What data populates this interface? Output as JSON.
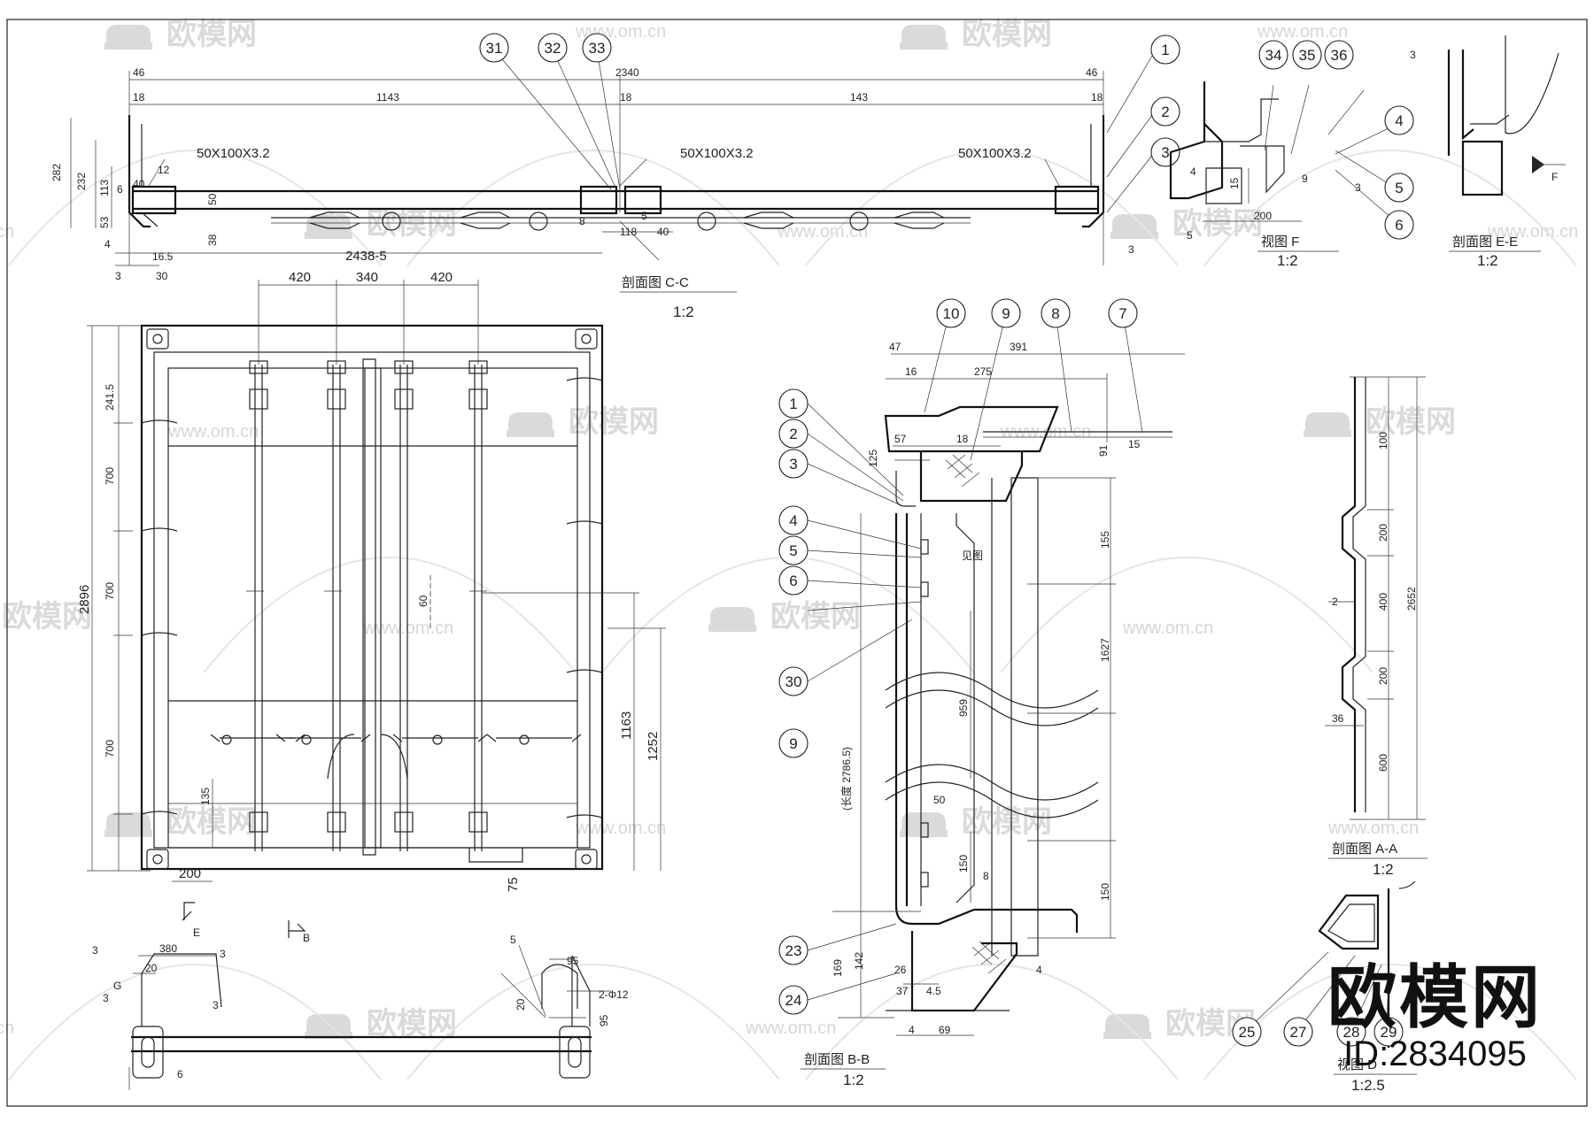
{
  "watermark": {
    "brand": "欧模网",
    "url": "www.om.cn",
    "id_text": "ID:2834095"
  },
  "views": {
    "cc": {
      "title": "剖面图 C-C",
      "scale": "1:2"
    },
    "f": {
      "title": "视图 F",
      "scale": "1:2"
    },
    "ee": {
      "title": "剖面图 E-E",
      "scale": "1:2"
    },
    "bb": {
      "title": "剖面图 B-B",
      "scale": "1:2"
    },
    "aa": {
      "title": "剖面图 A-A",
      "scale": "1:2"
    },
    "d": {
      "title": "视图 D",
      "scale": "1:2.5"
    }
  },
  "balloons": {
    "b1": "1",
    "b2": "2",
    "b3": "3",
    "b4": "4",
    "b5": "5",
    "b6": "6",
    "b7": "7",
    "b8": "8",
    "b9": "9",
    "b10": "10",
    "b23": "23",
    "b24": "24",
    "b25": "25",
    "b27": "27",
    "b28": "28",
    "b29": "29",
    "b30": "30",
    "b31": "31",
    "b32": "32",
    "b33": "33",
    "b34": "34",
    "b35": "35",
    "b36": "36",
    "l1": "1",
    "l2": "2",
    "l3": "3",
    "l4": "4",
    "l5": "5",
    "l6": "6",
    "l9": "9"
  },
  "labels": {
    "tube1": "50X100X3.2",
    "tube2": "50X100X3.2",
    "tube3": "50X100X3.2",
    "d2340": "2340",
    "d46a": "46",
    "d46b": "46",
    "d18a": "18",
    "d18b": "18",
    "d18c": "18",
    "d1143a": "1143",
    "d1143b": "143",
    "d282": "282",
    "d232": "232",
    "d113": "113",
    "d12": "12",
    "d40": "40",
    "d6": "6",
    "d53": "53",
    "d4": "4",
    "d50": "50",
    "d38": "38",
    "d165": "16.5",
    "d30": "30",
    "d3": "3",
    "d24385": "2438-5",
    "d118": "118",
    "d40b": "40",
    "d8": "8",
    "w5": "5",
    "d3b": "3",
    "d420a": "420",
    "d340": "340",
    "d420b": "420",
    "d2415": "241.5",
    "d700a": "700",
    "d700b": "700",
    "d700c": "700",
    "d2896": "2896",
    "d200": "200",
    "d75": "75",
    "d1163": "1163",
    "d1252": "1252",
    "d135": "135",
    "d60": "60",
    "wb": "B",
    "we": "E",
    "d380": "380",
    "d20": "20",
    "w3a": "3",
    "w3b": "3",
    "w3c": "3",
    "w3d": "3",
    "w6g": "G",
    "d95a": "95",
    "d20b": "20",
    "d95b": "95",
    "d12phi": "2-Φ12",
    "w5b": "5",
    "d6b": "6",
    "d47": "47",
    "d391": "391",
    "d16": "16",
    "d275": "275",
    "d57": "57",
    "d18d": "18",
    "d125": "125",
    "d15": "15",
    "d91": "91",
    "d155": "155",
    "d1627": "1627",
    "d959": "959",
    "d50b": "50",
    "d150": "150",
    "d8b": "8",
    "d150b": "150",
    "d169": "169",
    "d142": "142",
    "d26": "26",
    "d37": "37",
    "d45": "4.5",
    "d4b": "4",
    "d69": "69",
    "w4": "4",
    "note_len": "(长度 2786.5)",
    "note_k": "见图",
    "d100": "100",
    "d200b": "200",
    "d200c": "200",
    "d600": "600",
    "d2652": "2652",
    "d36": "36",
    "d15b": "15",
    "d9": "9",
    "d200d": "200",
    "w3e": "3",
    "w4b": "4",
    "w5c": "5"
  },
  "icons": {
    "weld": "weld-symbol-icon",
    "arrow": "view-direction-arrow-icon",
    "hatch": "section-hatch-icon",
    "logo": "sofa-logo-icon"
  }
}
